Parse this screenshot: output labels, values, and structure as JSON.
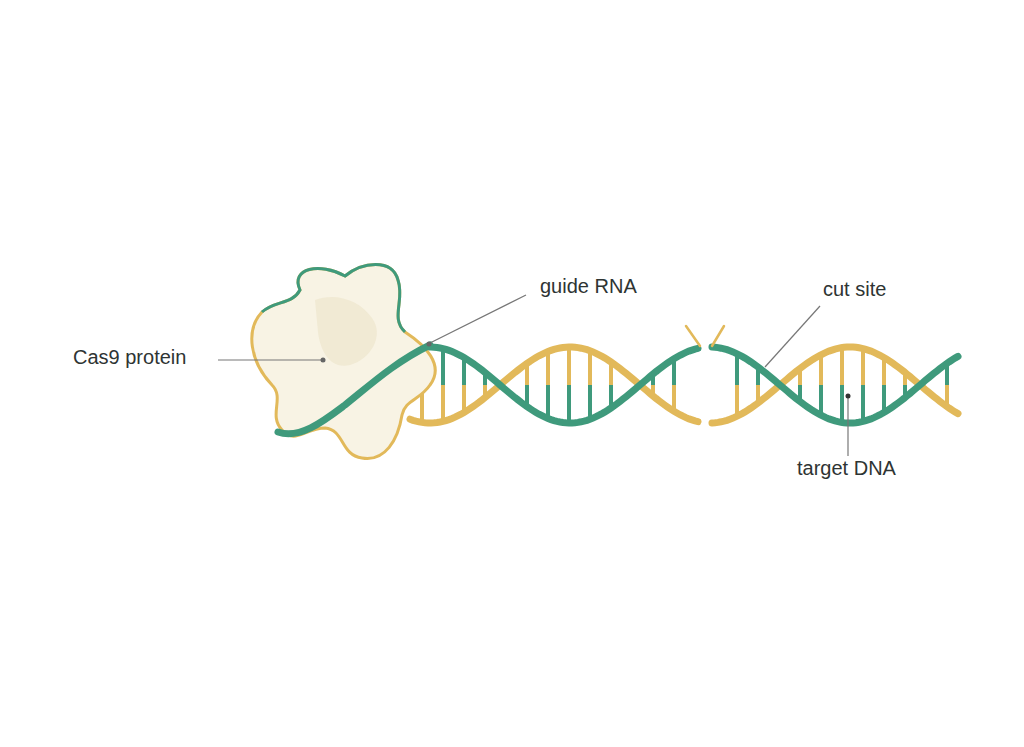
{
  "diagram": {
    "labels": [
      "Cas9 protein",
      "guide RNA",
      "cut site",
      "target DNA"
    ]
  }
}
